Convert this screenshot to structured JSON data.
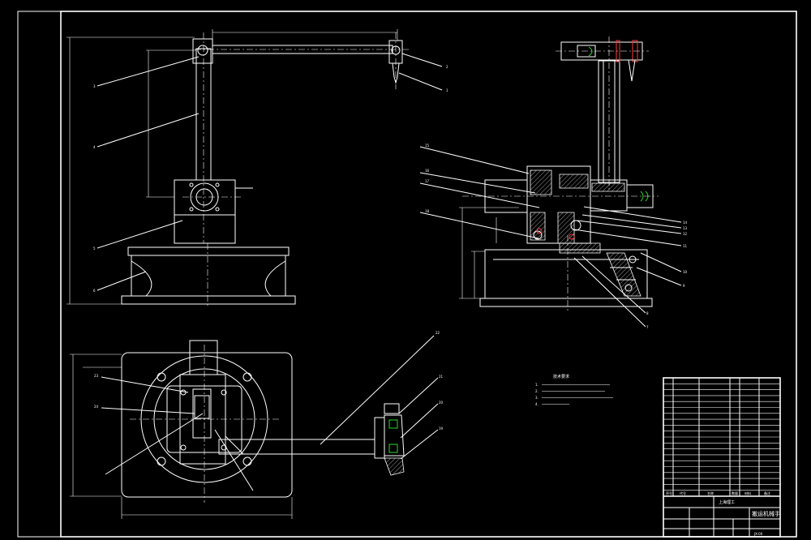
{
  "balloons": {
    "front_view": [
      "1",
      "2",
      "3",
      "4",
      "5",
      "6"
    ],
    "side_view": [
      "15",
      "16",
      "17",
      "18",
      "14",
      "13",
      "12",
      "11",
      "10",
      "9",
      "8",
      "7"
    ],
    "top_view": [
      "22",
      "21",
      "20",
      "19",
      "23",
      "24"
    ]
  },
  "notes": {
    "heading": "技术要求",
    "lines": [
      "1.",
      "2.",
      "3.",
      "4."
    ]
  },
  "title_block": {
    "drawing_name": "搬运机械手",
    "company": "上海理工",
    "drawing_no": "JX-00",
    "header_cols": [
      "序号",
      "代号",
      "名称",
      "数量",
      "材料",
      "备注"
    ]
  },
  "colors": {
    "background": "#000000",
    "lines": "#ffffff",
    "accent_green": "#27d827",
    "accent_red": "#ff3a3a"
  }
}
